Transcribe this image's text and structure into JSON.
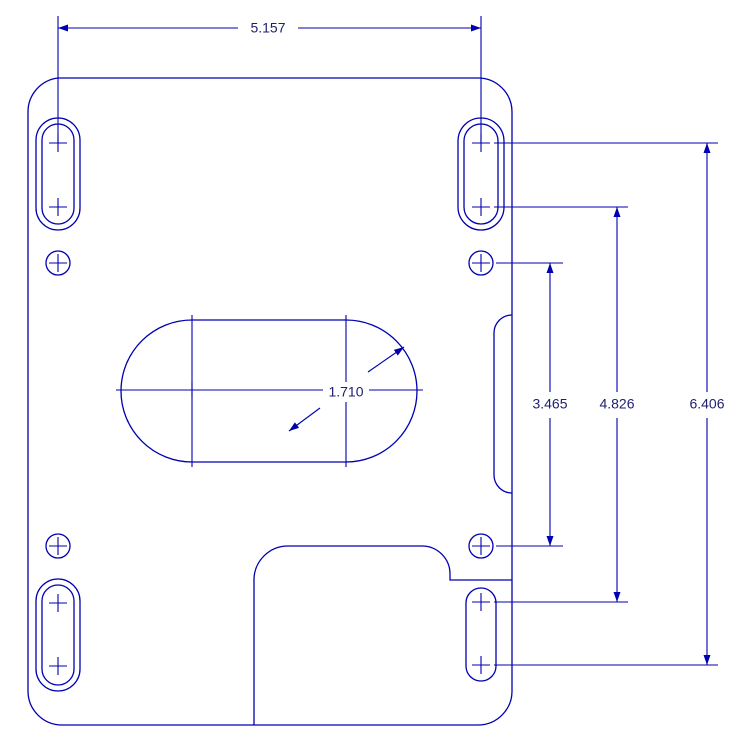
{
  "colors": {
    "line": "#0000b0",
    "text": "#1e1e6e",
    "background": "#ffffff"
  },
  "dimensions": {
    "overall_width": "5.157",
    "slot_diameter": "1.710",
    "hole_spacing_inner": "3.465",
    "hole_spacing_middle": "4.826",
    "hole_spacing_outer": "6.406"
  }
}
